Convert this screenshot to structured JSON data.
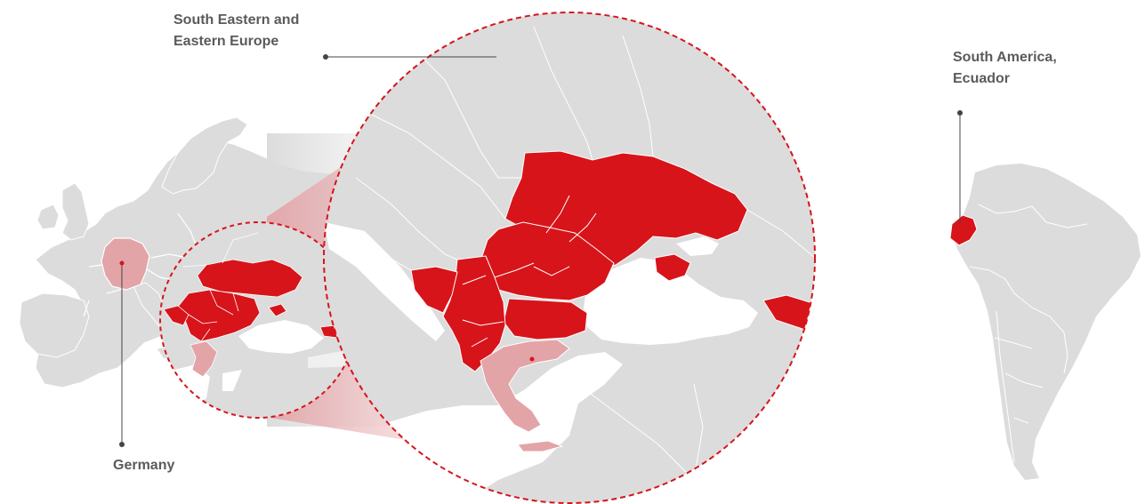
{
  "colors": {
    "land": "#dcdcdc",
    "border": "#ffffff",
    "highlight": "#d7141a",
    "highlight_light": "#e3a4a8",
    "leader_line": "#444444",
    "label_text": "#5b5b5b",
    "background": "#ffffff"
  },
  "labels": {
    "see_line1": "South Eastern and",
    "see_line2": "Eastern Europe",
    "sa_line1": "South America,",
    "sa_line2": "Ecuador",
    "germany": "Germany"
  },
  "regions": {
    "highlighted": [
      "Ukraine",
      "Moldova",
      "Romania",
      "Bulgaria",
      "Serbia",
      "Bosnia and Herzegovina",
      "Montenegro",
      "North Macedonia",
      "Albania",
      "Kosovo",
      "Crimea",
      "Georgia",
      "Ecuador"
    ],
    "light_highlighted": [
      "Germany",
      "Greece"
    ]
  }
}
